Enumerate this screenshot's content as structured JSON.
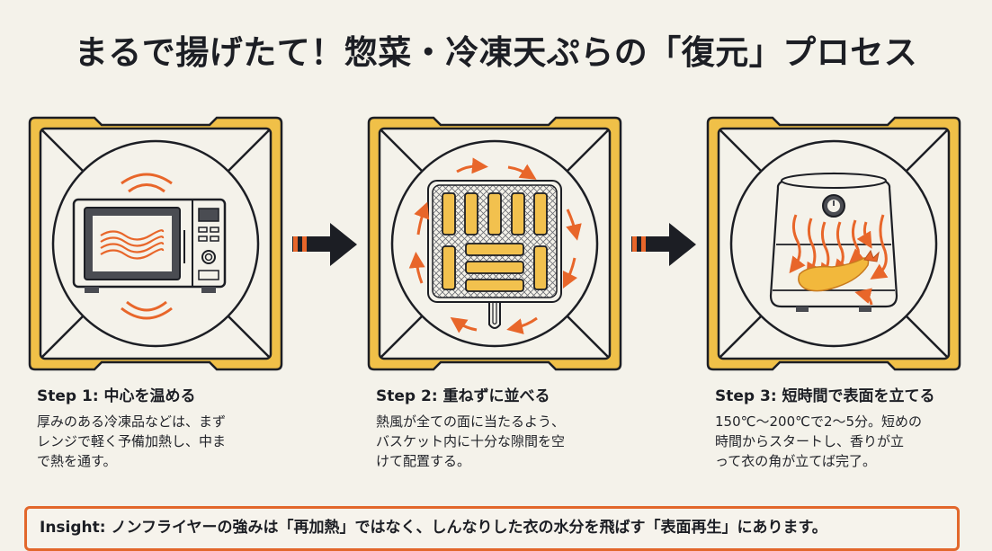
{
  "title": "まるで揚げたて！惣菜・冷凍天ぷらの「復元」プロセス",
  "colors": {
    "background": "#f4f2ea",
    "frame_yellow": "#f0c048",
    "outline": "#1c1e24",
    "accent_orange": "#e8662a",
    "food_yellow": "#f2c14e"
  },
  "steps": [
    {
      "title": "Step 1: 中心を温める",
      "body_lines": [
        "厚みのある冷凍品などは、まず",
        "レンジで軽く予備加熱し、中ま",
        "で熱を通す。"
      ],
      "icon": "microwave-icon"
    },
    {
      "title": "Step 2: 重ねずに並べる",
      "body_lines": [
        "熱風が全ての面に当たるよう、",
        "バスケット内に十分な隙間を空",
        "けて配置する。"
      ],
      "icon": "air-fryer-basket-icon"
    },
    {
      "title": "Step 3: 短時間で表面を立てる",
      "body_lines": [
        "150℃〜200℃で2〜5分。短めの",
        "時間からスタートし、香りが立",
        "って衣の角が立てば完了。"
      ],
      "icon": "air-fryer-tempura-icon"
    }
  ],
  "arrows": [
    "arrow-right-icon",
    "arrow-right-icon"
  ],
  "insight": {
    "text": "Insight: ノンフライヤーの強みは「再加熱」ではなく、しんなりした衣の水分を飛ばす「表面再生」にあります。"
  }
}
